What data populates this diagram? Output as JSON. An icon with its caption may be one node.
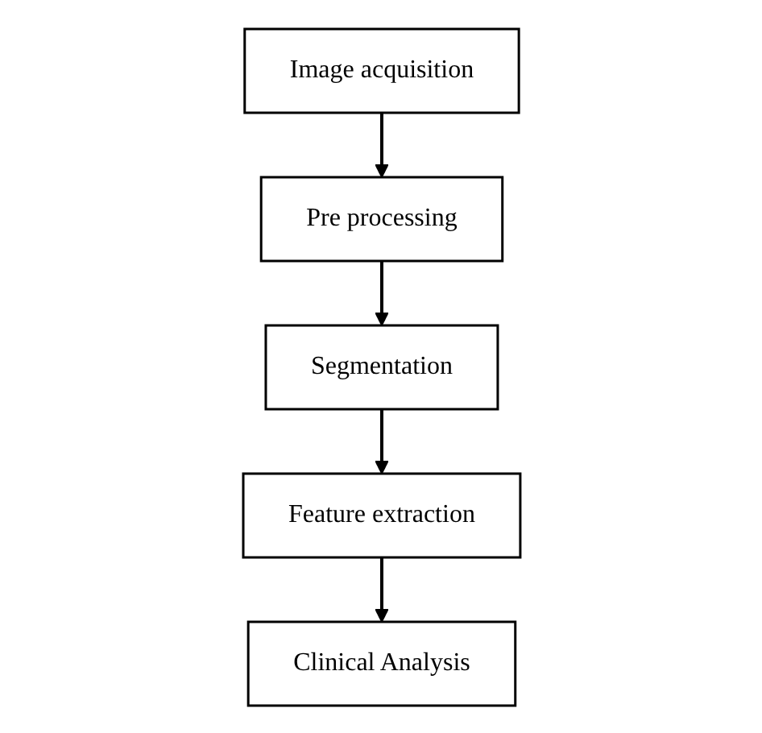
{
  "diagram": {
    "nodes": [
      {
        "text": [
          "Image acquisition"
        ]
      },
      {
        "text": [
          "Pre processing"
        ]
      },
      {
        "text": [
          "Segmentation"
        ]
      },
      {
        "text": [
          "Feature extraction"
        ]
      },
      {
        "text": [
          "Clinical Analysis"
        ]
      }
    ],
    "edges": [
      {
        "from": 0,
        "to": 1,
        "arrow": "to"
      },
      {
        "from": 1,
        "to": 2,
        "arrow": "to"
      },
      {
        "from": 2,
        "to": 3,
        "arrow": "to"
      },
      {
        "from": 3,
        "to": 4,
        "arrow": "to"
      }
    ]
  }
}
